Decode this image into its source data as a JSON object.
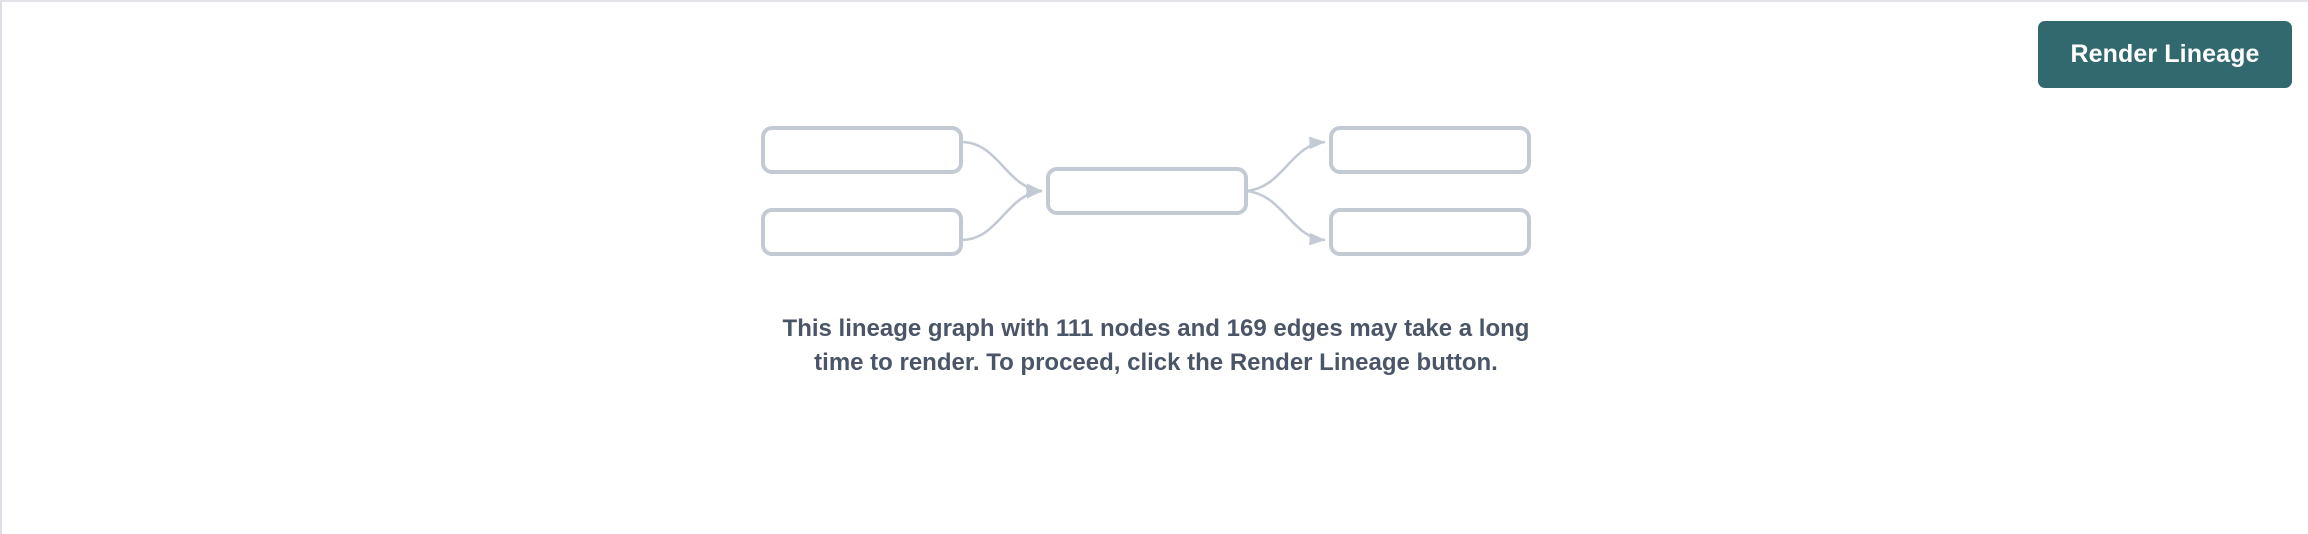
{
  "panel": {
    "background_color": "#ffffff",
    "border_color": "#dcdee3"
  },
  "toolbar": {
    "render_lineage_label": "Render Lineage",
    "button_color": "#32696e",
    "button_text_color": "#ffffff"
  },
  "empty_state": {
    "message": "This lineage graph with 111 nodes and 169 edges may take a long time to render. To proceed, click the Render Lineage button.",
    "message_color": "#4a5568",
    "node_count": 111,
    "edge_count": 169,
    "illustration": {
      "node_border_color": "#c3cad3",
      "node_fill_color": "#ffffff",
      "edge_color": "#c3cad3",
      "nodes": [
        {
          "id": "upstream-1",
          "label": "",
          "column": "left",
          "row": "top"
        },
        {
          "id": "upstream-2",
          "label": "",
          "column": "left",
          "row": "bottom"
        },
        {
          "id": "center-1",
          "label": "",
          "column": "center",
          "row": "middle"
        },
        {
          "id": "downstream-1",
          "label": "",
          "column": "right",
          "row": "top"
        },
        {
          "id": "downstream-2",
          "label": "",
          "column": "right",
          "row": "bottom"
        }
      ],
      "edges": [
        {
          "from": "upstream-1",
          "to": "center-1"
        },
        {
          "from": "upstream-2",
          "to": "center-1"
        },
        {
          "from": "center-1",
          "to": "downstream-1"
        },
        {
          "from": "center-1",
          "to": "downstream-2"
        }
      ]
    }
  }
}
